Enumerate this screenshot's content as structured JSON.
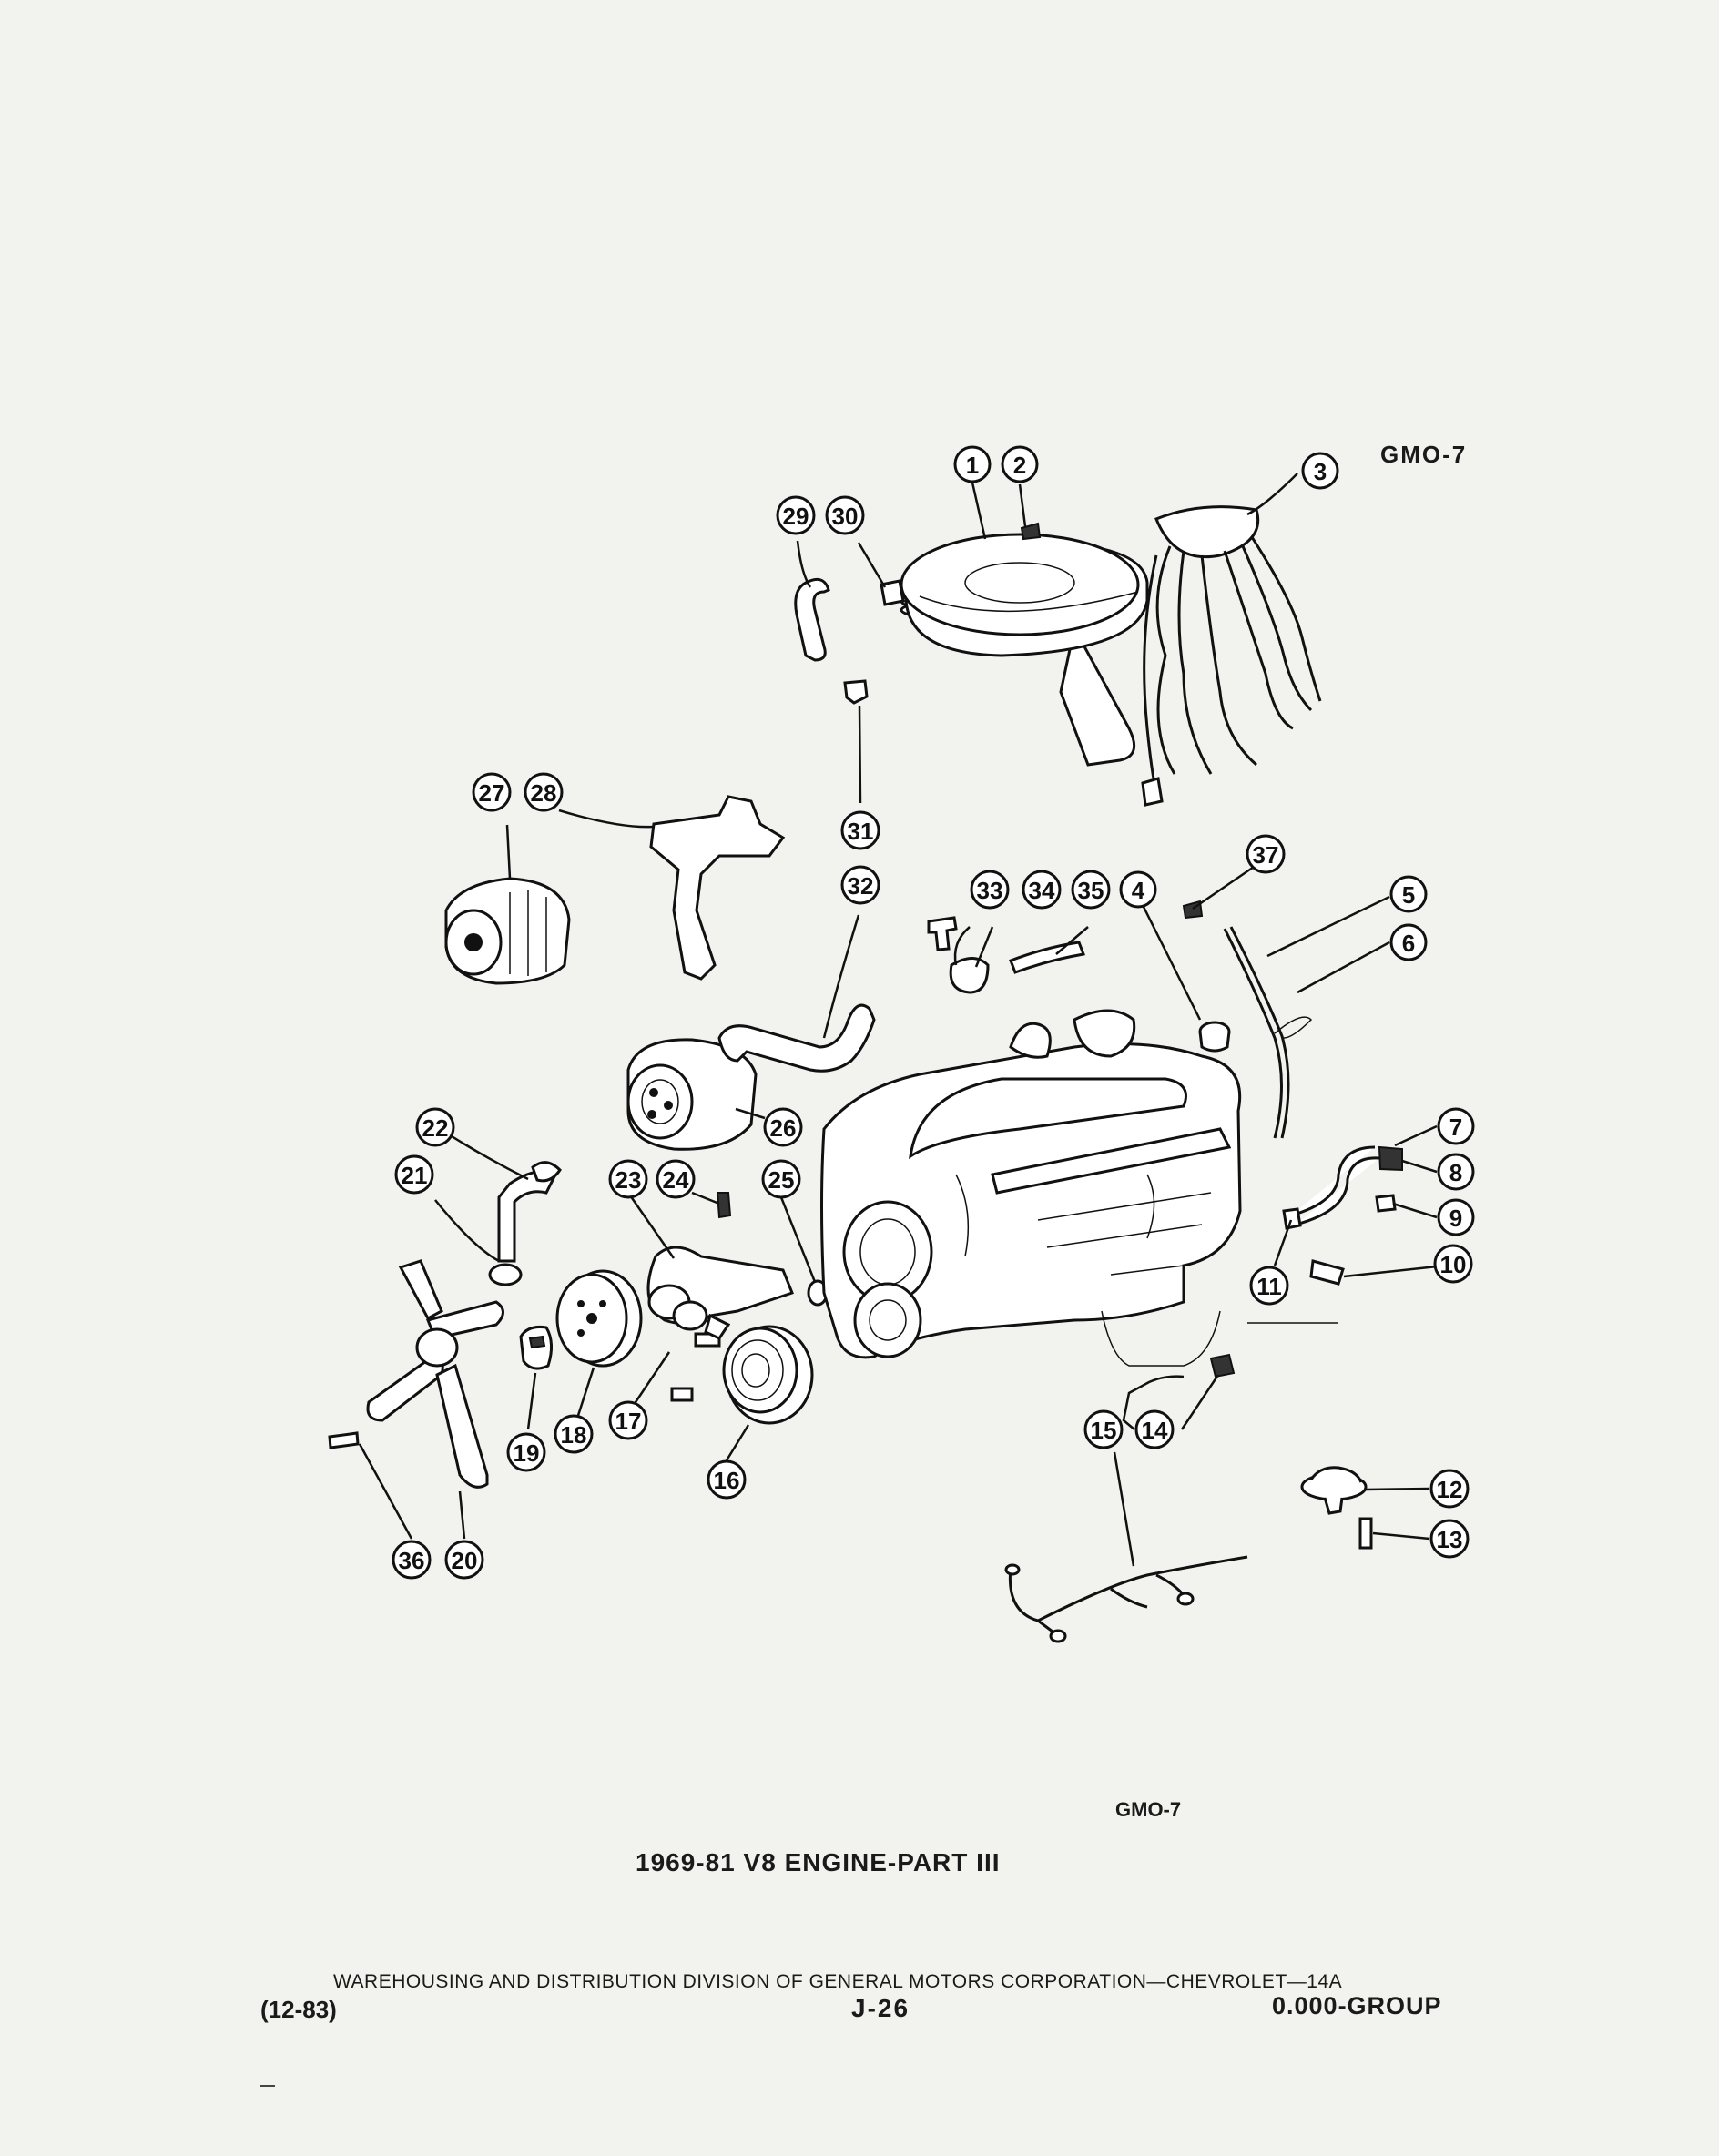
{
  "figure": {
    "code_top": "GMO-7",
    "code_bottom": "GMO-7",
    "title": "1969-81 V8 ENGINE-PART III"
  },
  "footer": {
    "publisher_line": "WAREHOUSING AND DISTRIBUTION DIVISION OF GENERAL MOTORS CORPORATION—CHEVROLET—14A",
    "date": "(12-83)",
    "page": "J-26",
    "group": "0.000-GROUP"
  },
  "callouts": [
    "1",
    "2",
    "3",
    "4",
    "5",
    "6",
    "7",
    "8",
    "9",
    "10",
    "11",
    "12",
    "13",
    "14",
    "15",
    "16",
    "17",
    "18",
    "19",
    "20",
    "21",
    "22",
    "23",
    "24",
    "25",
    "26",
    "27",
    "28",
    "29",
    "30",
    "31",
    "32",
    "33",
    "34",
    "35",
    "36",
    "37"
  ]
}
